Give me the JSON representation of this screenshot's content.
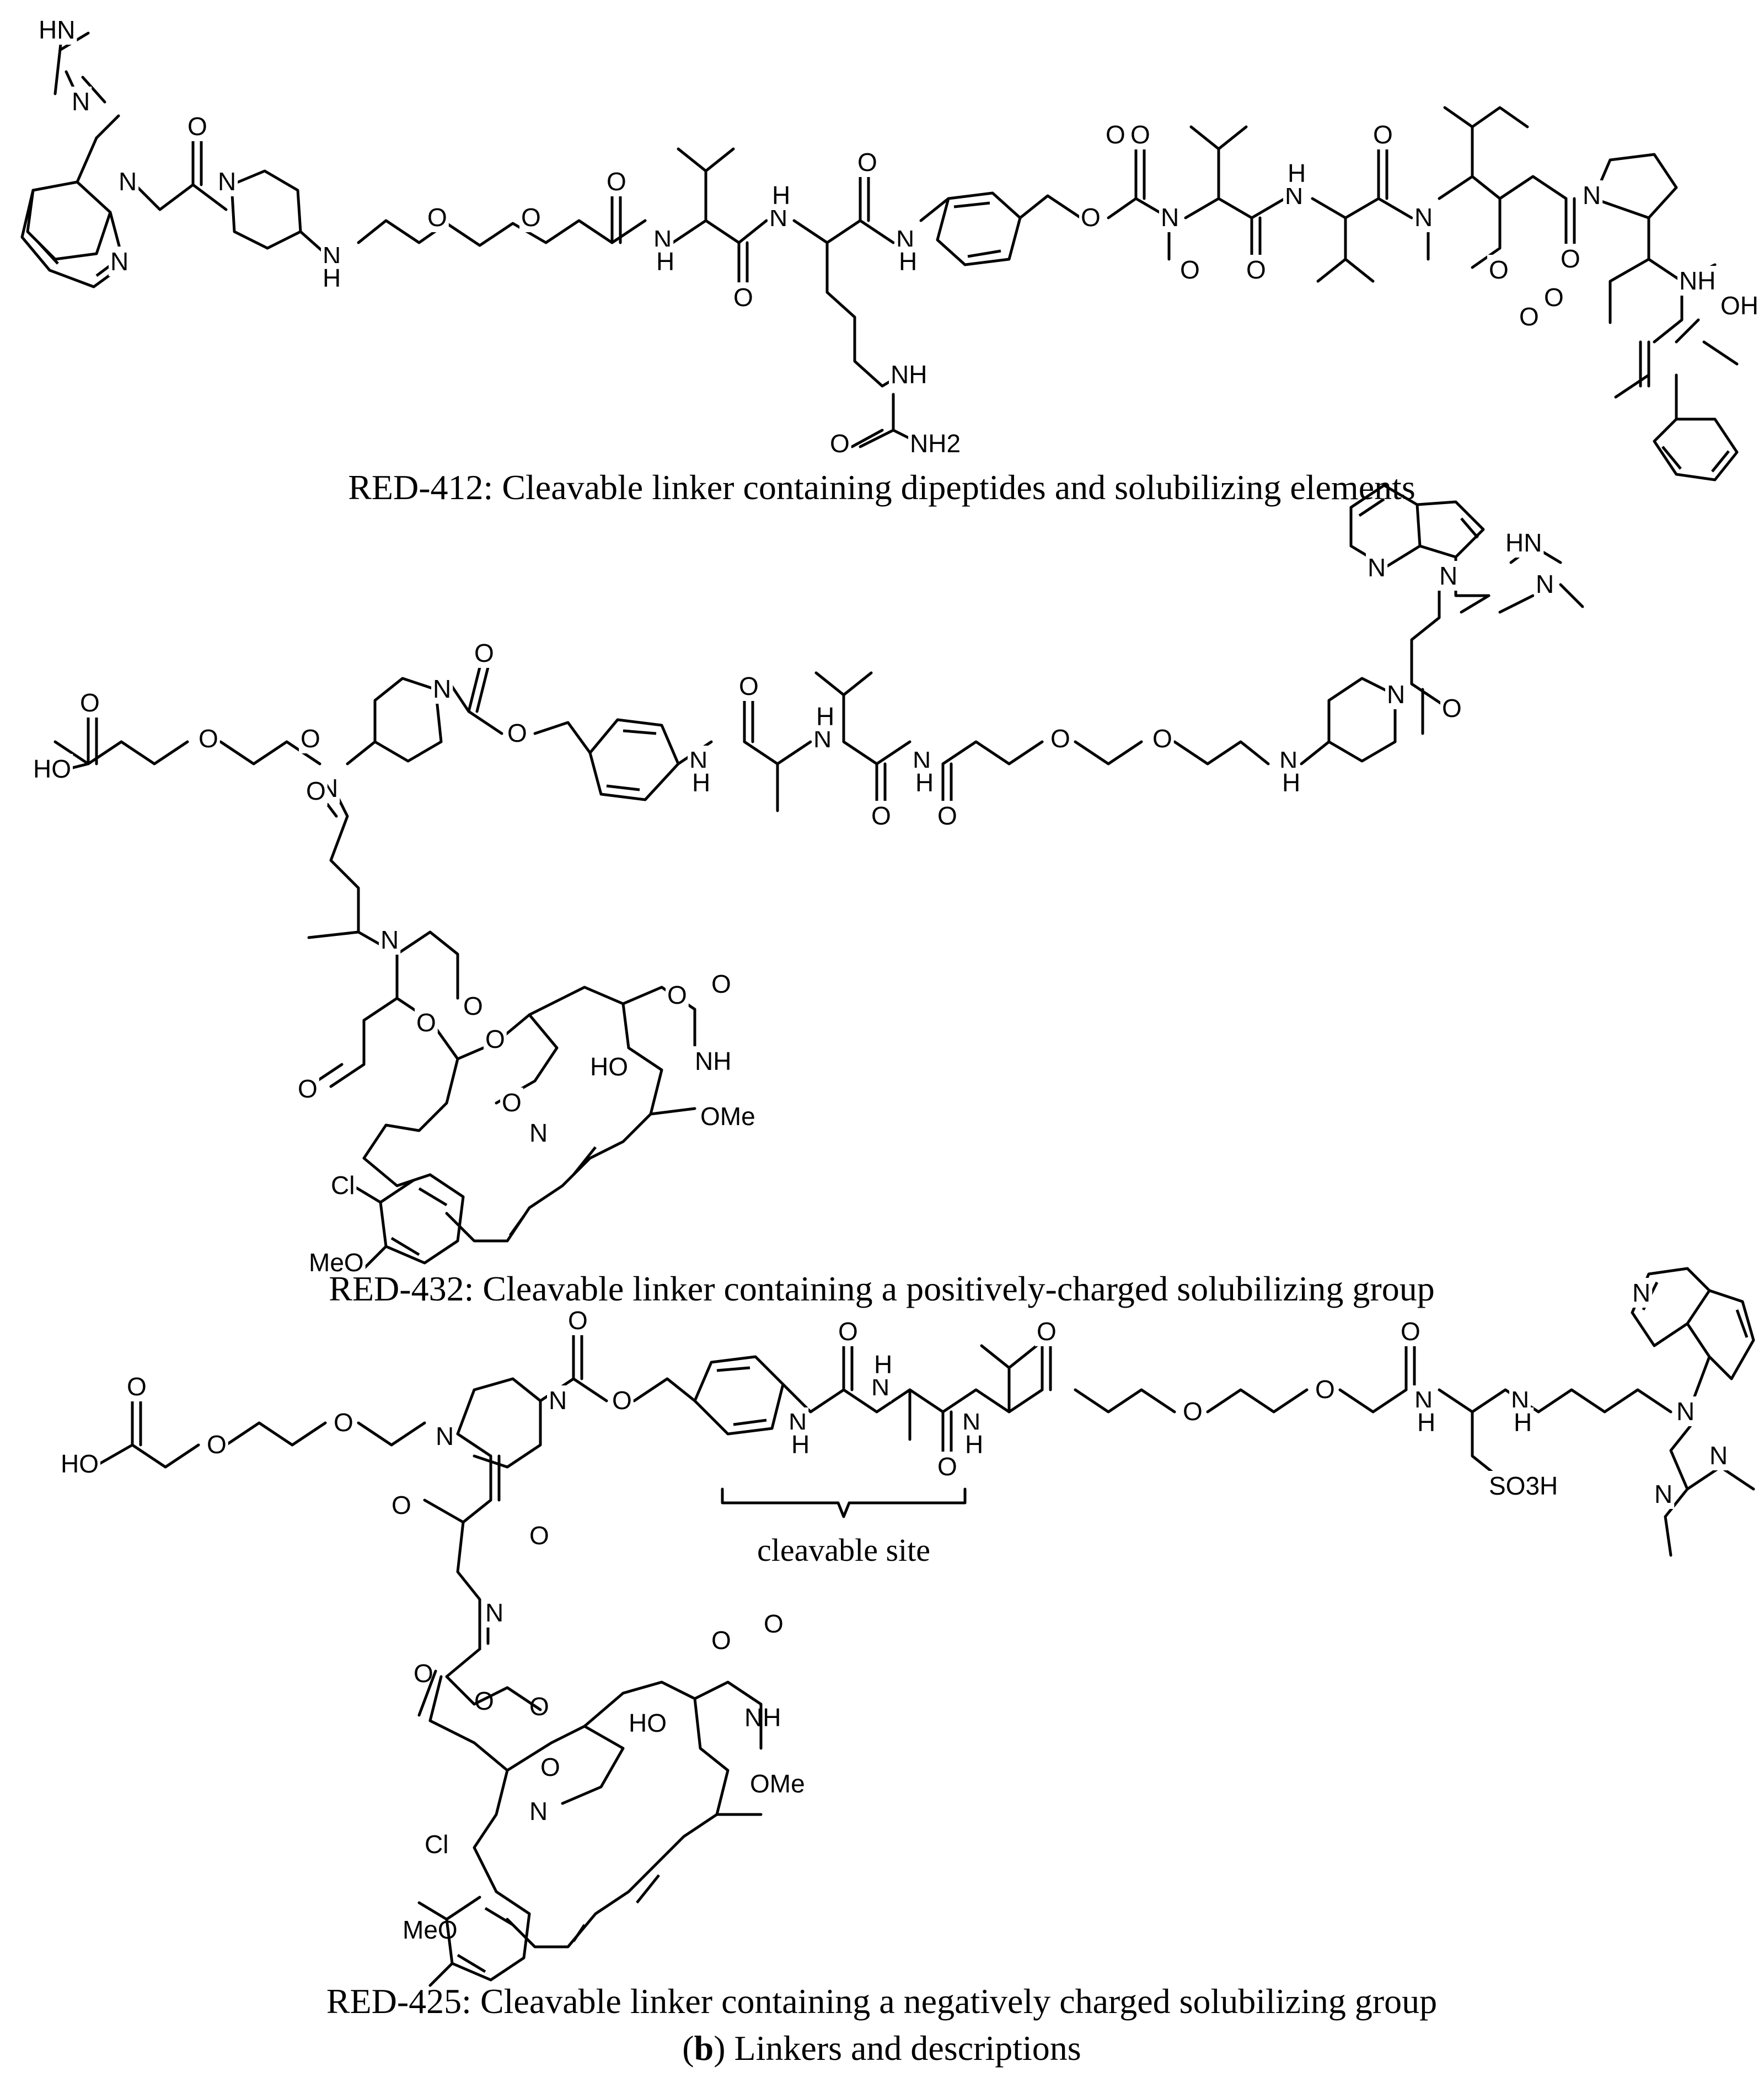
{
  "figure": {
    "molecules": [
      {
        "id": "red-412",
        "caption": "RED-412: Cleavable linker containing dipeptides and solubilizing elements",
        "atom_labels": [
          "HN",
          "N",
          "N",
          "N",
          "O",
          "N",
          "N",
          "H",
          "O",
          "O",
          "O",
          "N",
          "H",
          "O",
          "N",
          "H",
          "O",
          "N",
          "H",
          "NH",
          "O",
          "NH2",
          "O",
          "O",
          "O",
          "N",
          "O",
          "N",
          "H",
          "O",
          "O",
          "N",
          "O",
          "O",
          "N",
          "O",
          "NH",
          "O",
          "OH"
        ]
      },
      {
        "id": "red-432",
        "caption": "RED-432: Cleavable linker containing a positively-charged solubilizing group",
        "atom_labels": [
          "HN",
          "N",
          "N",
          "N",
          "HO",
          "O",
          "O",
          "O",
          "N",
          "N",
          "O",
          "O",
          "N",
          "H",
          "O",
          "N",
          "H",
          "O",
          "N",
          "H",
          "O",
          "O",
          "O",
          "N",
          "H",
          "N",
          "O",
          "O",
          "O",
          "N",
          "O",
          "O",
          "O",
          "O",
          "O",
          "NH",
          "HO",
          "OMe",
          "O",
          "N",
          "Cl",
          "MeO"
        ]
      },
      {
        "id": "red-425",
        "caption": "RED-425: Cleavable linker containing a negatively charged solubilizing group",
        "annotation": "cleavable site",
        "atom_labels": [
          "HO",
          "O",
          "O",
          "O",
          "N",
          "N",
          "O",
          "O",
          "N",
          "H",
          "O",
          "N",
          "H",
          "O",
          "N",
          "H",
          "O",
          "O",
          "O",
          "N",
          "H",
          "O",
          "N",
          "H",
          "SO3H",
          "N",
          "N",
          "N",
          "N",
          "O",
          "O",
          "N",
          "O",
          "O",
          "O",
          "O",
          "O",
          "NH",
          "HO",
          "OMe",
          "O",
          "N",
          "Cl",
          "MeO"
        ]
      }
    ],
    "panel_label": {
      "open": "(",
      "letter": "b",
      "close": ")",
      "text": " Linkers and descriptions"
    }
  }
}
